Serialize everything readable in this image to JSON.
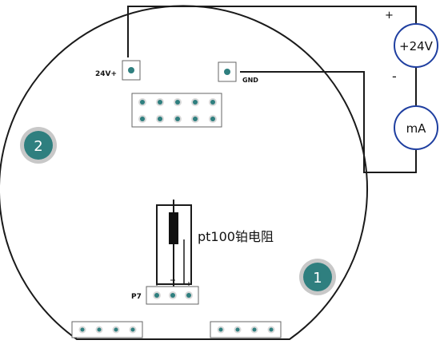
{
  "labels": {
    "pin_24v": "24V+",
    "pin_gnd": "GND",
    "plus_sign": "+",
    "minus_sign": "-",
    "source": "+24V",
    "meter": "mA",
    "sensor": "pt100铂电阻",
    "connector": "P7",
    "marker_1": "1",
    "marker_2": "2"
  },
  "colors": {
    "wire": "#1a1a1a",
    "board_outline": "#1a1a1a",
    "component_circle": "#1f3fa0",
    "marker_fill": "#2f7f7f",
    "marker_ring": "#c8c8c8",
    "pin_dot": "#2f7f7f"
  }
}
